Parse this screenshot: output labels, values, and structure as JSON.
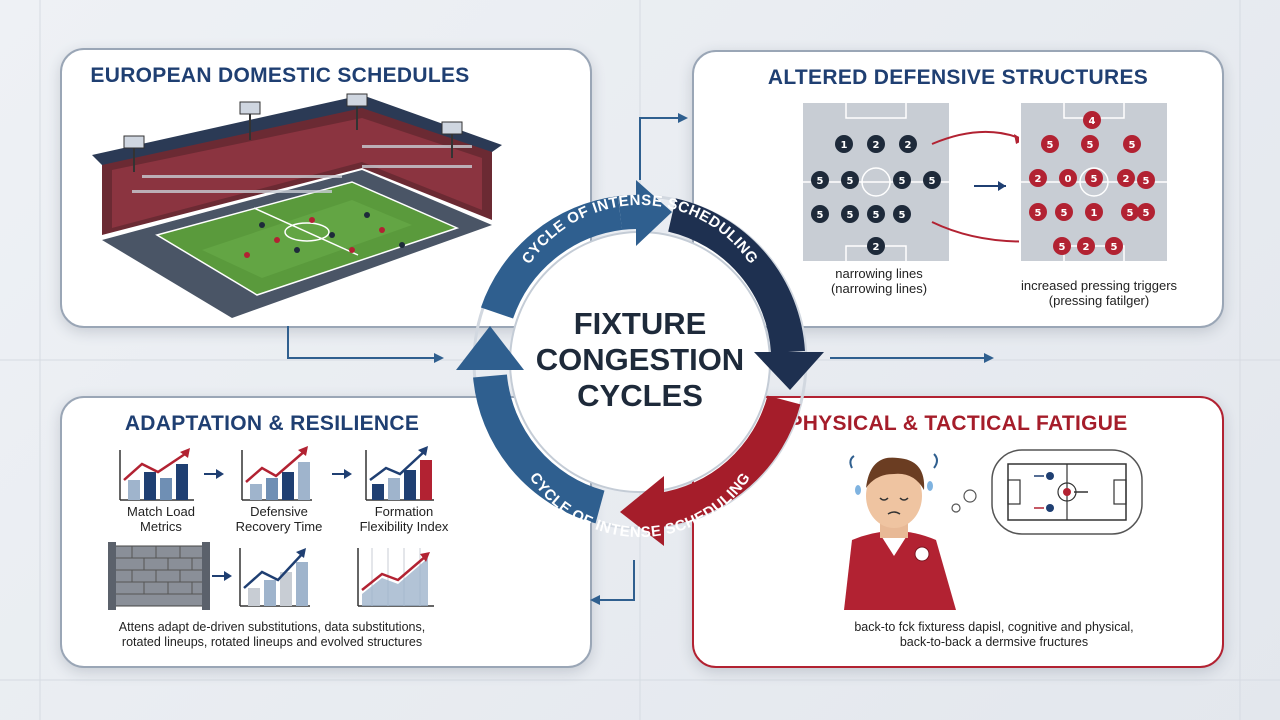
{
  "center": {
    "line1": "FIXTURE",
    "line2": "CONGESTION",
    "line3": "CYCLES"
  },
  "cycle": {
    "top_label": "CYCLE OF INTENSE SCHEDULING",
    "bottom_label": "CYCLE OF INTENSE SCHEDULING"
  },
  "panels": {
    "top_left": {
      "title": "EUROPEAN DOMESTIC SCHEDULES"
    },
    "top_right": {
      "title": "ALTERED DEFENSIVE STRUCTURES",
      "caption_left": [
        "narrowing lines",
        "(narrowing lines)"
      ],
      "caption_right": [
        "increased pressing triggers",
        "(pressing fatilger)"
      ],
      "left_numbers": [
        "1",
        "2",
        "2",
        "5",
        "5",
        "5",
        "5",
        "5",
        "5",
        "5",
        "5",
        "2"
      ],
      "right_numbers": [
        "4",
        "5",
        "5",
        "5",
        "2",
        "0",
        "5",
        "2",
        "5",
        "5",
        "1",
        "5",
        "5",
        "2",
        "5",
        "5",
        "5"
      ]
    },
    "bottom_left": {
      "title": "ADAPTATION & RESILIENCE",
      "metric_1": [
        "Match Load",
        "Metrics"
      ],
      "metric_2": [
        "Defensive",
        "Recovery Time"
      ],
      "metric_3": [
        "Formation",
        "Flexibility Index"
      ],
      "caption": [
        "Attens adapt de-driven substitutions, data substitutions,",
        "rotated lineups,  rotated lineups and evolved structures"
      ]
    },
    "bottom_right": {
      "title": "PHYSICAL & TACTICAL FATIGUE",
      "caption": [
        "back-to fck fixturess dapisl, cognitive and physical,",
        "back-to-back a dermsive fructures"
      ]
    }
  },
  "colors": {
    "navy": "#1f3f72",
    "red": "#b22232",
    "dark": "#1e2a3a",
    "blue_arrow": "#2f5f8f",
    "pitch": "#5a9a3c"
  }
}
